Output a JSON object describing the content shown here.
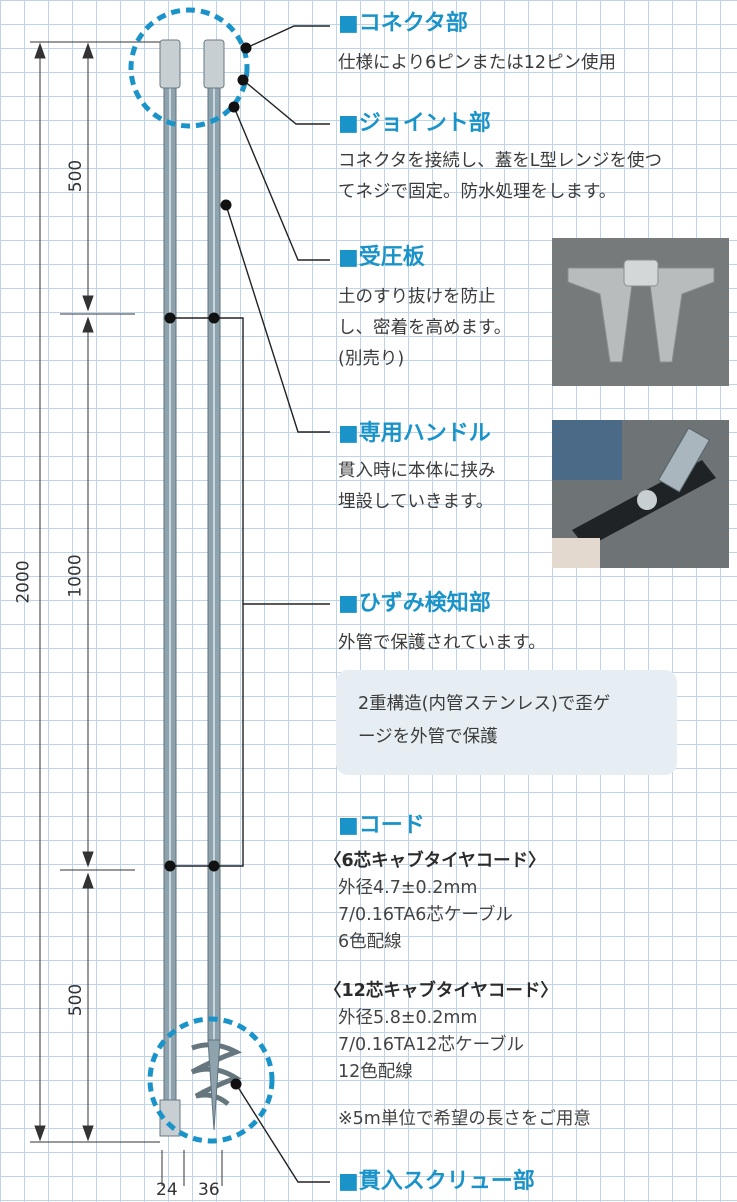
{
  "sections": {
    "connector": {
      "title": "■コネクタ部",
      "lines": [
        "仕様により6ピンまたは12ピン使用"
      ]
    },
    "joint": {
      "title": "■ジョイント部",
      "lines": [
        "コネクタを接続し、蓋をL型レンジを使つ",
        "てネジで固定。防水処理をします。"
      ]
    },
    "pressure_plate": {
      "title": "■受圧板",
      "lines": [
        "土のすり抜けを防止",
        "し、密着を高めます。",
        "(別売り)"
      ]
    },
    "handle": {
      "title": "■専用ハンドル",
      "lines": [
        "貫入時に本体に挟み",
        "埋設していきます。"
      ]
    },
    "strain": {
      "title": "■ひずみ検知部",
      "lines": [
        "外管で保護されています。"
      ],
      "note": [
        "2重構造(内管ステンレス)で歪ゲ",
        "ージを外管で保護"
      ]
    },
    "cord": {
      "title": "■コード",
      "six_core": {
        "heading": "〈6芯キャブタイヤコード〉",
        "lines": [
          "外径4.7±0.2mm",
          "7/0.16TA6芯ケーブル",
          "6色配線"
        ]
      },
      "twelve_core": {
        "heading": "〈12芯キャブタイヤコード〉",
        "lines": [
          "外径5.8±0.2mm",
          "7/0.16TA12芯ケーブル",
          "12色配線"
        ]
      },
      "note": "※5m単位で希望の長さをご用意"
    },
    "screw": {
      "title": "■貫入スクリュー部"
    }
  },
  "dimensions": {
    "total": "2000",
    "upper": "500",
    "middle": "1000",
    "lower": "500",
    "width_a": "24",
    "width_b": "36"
  },
  "colors": {
    "accent": "#1a93c9",
    "grid": "#bfd4e8",
    "note_bg": "#e6eef3",
    "rod": "#8fa3ae"
  }
}
